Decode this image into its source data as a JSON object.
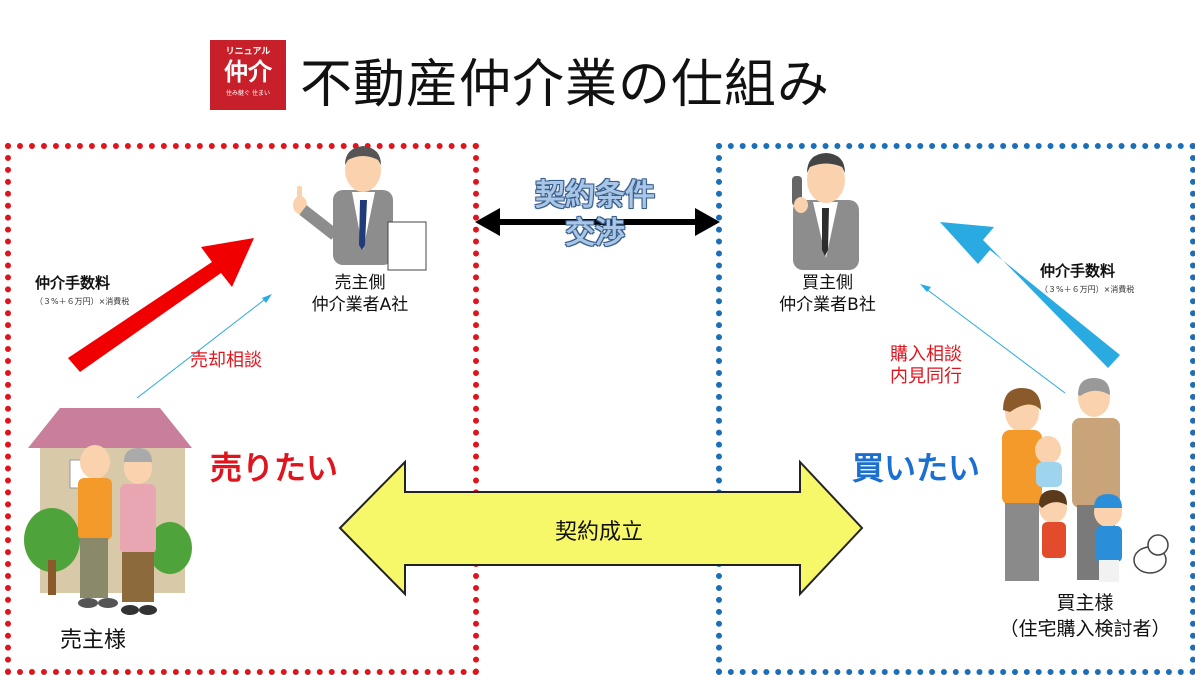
{
  "logo": {
    "top": "リニュアル",
    "main": "仲介",
    "bottom": "住み継ぐ 住まい"
  },
  "title": "不動産仲介業の仕組み",
  "seller_agent": {
    "line1": "売主側",
    "line2": "仲介業者A社"
  },
  "buyer_agent": {
    "line1": "買主側",
    "line2": "仲介業者B社"
  },
  "negotiation": {
    "line1": "契約条件",
    "line2": "交渉"
  },
  "seller_fee": {
    "title": "仲介手数料",
    "sub": "（３%＋６万円）×消費税"
  },
  "buyer_fee": {
    "title": "仲介手数料",
    "sub": "（３%＋６万円）×消費税"
  },
  "seller_consult": "売却相談",
  "buyer_consult": {
    "line1": "購入相談",
    "line2": "内見同行"
  },
  "seller_want": "売りたい",
  "buyer_want": "買いたい",
  "contract": "契約成立",
  "seller_owner": "売主様",
  "buyer_owner": {
    "line1": "買主様",
    "line2": "（住宅購入検討者）"
  },
  "colors": {
    "seller": "#e0141c",
    "buyer": "#1a6fb8",
    "contract_arrow": "#f7f76a",
    "fee_arrow_buyer": "#29abe2"
  }
}
